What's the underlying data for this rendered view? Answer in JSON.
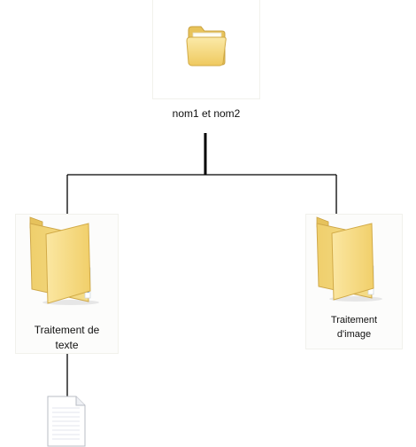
{
  "root": {
    "label": "nom1 et nom2",
    "icon": "folder-icon"
  },
  "children": [
    {
      "label_line1": "Traitement de",
      "label_line2": "texte",
      "icon": "folder-icon"
    },
    {
      "label_line1": "Traitement",
      "label_line2": "d'image",
      "icon": "folder-icon"
    }
  ],
  "document": {
    "icon": "document-icon"
  },
  "colors": {
    "folder_fill": "#f6dc86",
    "folder_front": "#f9e6a3",
    "folder_edge": "#d9b552",
    "connector": "#000000",
    "page": "#ffffff"
  }
}
